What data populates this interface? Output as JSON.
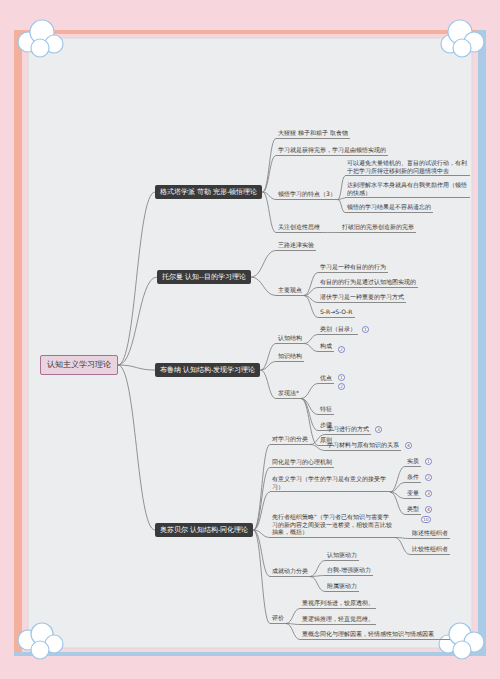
{
  "diagram": {
    "nodes": [
      {
        "text": [
          "认知主义学习理论"
        ]
      },
      {
        "text": [
          "格式塔学派 苛勒 完形-顿悟理论"
        ]
      },
      {
        "text": [
          "托尔曼 认知--目的学习理论"
        ]
      },
      {
        "text": [
          "布鲁纳 认知结构-发现学习理论"
        ]
      },
      {
        "text": [
          "奥苏贝尔 认知结构-同化理论"
        ]
      },
      {
        "text": [
          "大猩猩 梯子和箱子 取食物"
        ]
      },
      {
        "text": [
          "学习就是获得完形，学习是由顿悟实现的"
        ]
      },
      {
        "text": [
          "顿悟学习的特点（3）"
        ]
      },
      {
        "text": [
          "可以避免大量错机的、盲目的试误行动，有利于把学习所得迁移到新的问题情境中去"
        ]
      },
      {
        "text": [
          "达到理解水平本身就具有自我奖励作用（顿悟的快感）"
        ]
      },
      {
        "text": [
          "顿悟的学习结果是不容易遗忘的"
        ]
      },
      {
        "text": [
          "关注创造性思维"
        ]
      },
      {
        "text": [
          "打破旧的完形创造新的完形"
        ]
      },
      {
        "text": [
          "三路迷津实验"
        ]
      },
      {
        "text": [
          "主要观点"
        ]
      },
      {
        "text": [
          "学习是一种有目的的行为"
        ]
      },
      {
        "text": [
          "有目的的行为是通过认知地图实现的"
        ]
      },
      {
        "text": [
          "潜伏学习是一种重要的学习方式"
        ]
      },
      {
        "text": [
          "S-R→S-O-R"
        ]
      },
      {
        "text": [
          "认知结构"
        ]
      },
      {
        "text": [
          "类别（目录）"
        ]
      },
      {
        "text": [
          "构成"
        ]
      },
      {
        "text": [
          "知识结构"
        ]
      },
      {
        "text": [
          "发现法*"
        ]
      },
      {
        "text": [
          "优点"
        ]
      },
      {
        "text": [
          "特征"
        ]
      },
      {
        "text": [
          "步骤"
        ]
      },
      {
        "text": [
          "原则"
        ]
      },
      {
        "text": [
          "对学习的分类"
        ]
      },
      {
        "text": [
          "学习进行的方式"
        ]
      },
      {
        "text": [
          "学习材料与原有知识的关系"
        ]
      },
      {
        "text": [
          "同化是学习的心理机制"
        ]
      },
      {
        "text": [
          "有意义学习（学生的学习是有意义的接受学习）"
        ]
      },
      {
        "text": [
          "实质"
        ]
      },
      {
        "text": [
          "条件"
        ]
      },
      {
        "text": [
          "变量"
        ]
      },
      {
        "text": [
          "类型"
        ]
      },
      {
        "text": [
          "先行者组织策略\"（学习者已有知识与需要学习的新内容之间架设一道桥梁，相较而言比较抽象，概括）"
        ]
      },
      {
        "text": [
          "陈述性组织者"
        ]
      },
      {
        "text": [
          "比较性组织者"
        ]
      },
      {
        "text": [
          "成就动力分类"
        ]
      },
      {
        "text": [
          "认知驱动力"
        ]
      },
      {
        "text": [
          "自我-增强驱动力"
        ]
      },
      {
        "text": [
          "附属驱动力"
        ]
      },
      {
        "text": [
          "评价"
        ]
      },
      {
        "text": [
          "重视序列渐进，较原透彻。"
        ]
      },
      {
        "text": [
          "重逻辑推理，轻直觉思维。"
        ]
      },
      {
        "text": [
          "重概念同化与理解因素，轻情感性知识与情感因素"
        ]
      }
    ],
    "edges": [
      {
        "from": 0,
        "to": 1,
        "arrow": "none"
      },
      {
        "from": 0,
        "to": 2,
        "arrow": "none"
      },
      {
        "from": 0,
        "to": 3,
        "arrow": "none"
      },
      {
        "from": 0,
        "to": 4,
        "arrow": "none"
      },
      {
        "from": 1,
        "to": 5,
        "arrow": "none"
      },
      {
        "from": 1,
        "to": 6,
        "arrow": "none"
      },
      {
        "from": 1,
        "to": 7,
        "arrow": "none"
      },
      {
        "from": 7,
        "to": 8,
        "arrow": "none"
      },
      {
        "from": 7,
        "to": 9,
        "arrow": "none"
      },
      {
        "from": 7,
        "to": 10,
        "arrow": "none"
      },
      {
        "from": 1,
        "to": 11,
        "arrow": "none"
      },
      {
        "from": 11,
        "to": 12,
        "arrow": "none"
      },
      {
        "from": 2,
        "to": 13,
        "arrow": "none"
      },
      {
        "from": 2,
        "to": 14,
        "arrow": "none"
      },
      {
        "from": 14,
        "to": 15,
        "arrow": "none"
      },
      {
        "from": 14,
        "to": 16,
        "arrow": "none"
      },
      {
        "from": 14,
        "to": 17,
        "arrow": "none"
      },
      {
        "from": 14,
        "to": 18,
        "arrow": "none"
      },
      {
        "from": 3,
        "to": 19,
        "arrow": "none"
      },
      {
        "from": 19,
        "to": 20,
        "arrow": "none"
      },
      {
        "from": 19,
        "to": 21,
        "arrow": "none"
      },
      {
        "from": 3,
        "to": 22,
        "arrow": "none"
      },
      {
        "from": 3,
        "to": 23,
        "arrow": "none"
      },
      {
        "from": 23,
        "to": 24,
        "arrow": "none"
      },
      {
        "from": 23,
        "to": 25,
        "arrow": "none"
      },
      {
        "from": 23,
        "to": 26,
        "arrow": "none"
      },
      {
        "from": 23,
        "to": 27,
        "arrow": "none"
      },
      {
        "from": 4,
        "to": 28,
        "arrow": "none"
      },
      {
        "from": 28,
        "to": 29,
        "arrow": "none"
      },
      {
        "from": 28,
        "to": 30,
        "arrow": "none"
      },
      {
        "from": 4,
        "to": 31,
        "arrow": "none"
      },
      {
        "from": 4,
        "to": 32,
        "arrow": "none"
      },
      {
        "from": 32,
        "to": 33,
        "arrow": "none"
      },
      {
        "from": 32,
        "to": 34,
        "arrow": "none"
      },
      {
        "from": 32,
        "to": 35,
        "arrow": "none"
      },
      {
        "from": 32,
        "to": 36,
        "arrow": "none"
      },
      {
        "from": 4,
        "to": 37,
        "arrow": "none"
      },
      {
        "from": 37,
        "to": 38,
        "arrow": "none"
      },
      {
        "from": 37,
        "to": 39,
        "arrow": "none"
      },
      {
        "from": 4,
        "to": 40,
        "arrow": "none"
      },
      {
        "from": 40,
        "to": 41,
        "arrow": "none"
      },
      {
        "from": 40,
        "to": 42,
        "arrow": "none"
      },
      {
        "from": 40,
        "to": 43,
        "arrow": "none"
      },
      {
        "from": 4,
        "to": 44,
        "arrow": "none"
      },
      {
        "from": 44,
        "to": 45,
        "arrow": "none"
      },
      {
        "from": 44,
        "to": 46,
        "arrow": "none"
      },
      {
        "from": 44,
        "to": 47,
        "arrow": "none"
      }
    ],
    "labels": [
      "1",
      "2",
      "1",
      "2",
      "3",
      "4",
      "1",
      "2",
      "3",
      "4",
      "10"
    ]
  }
}
